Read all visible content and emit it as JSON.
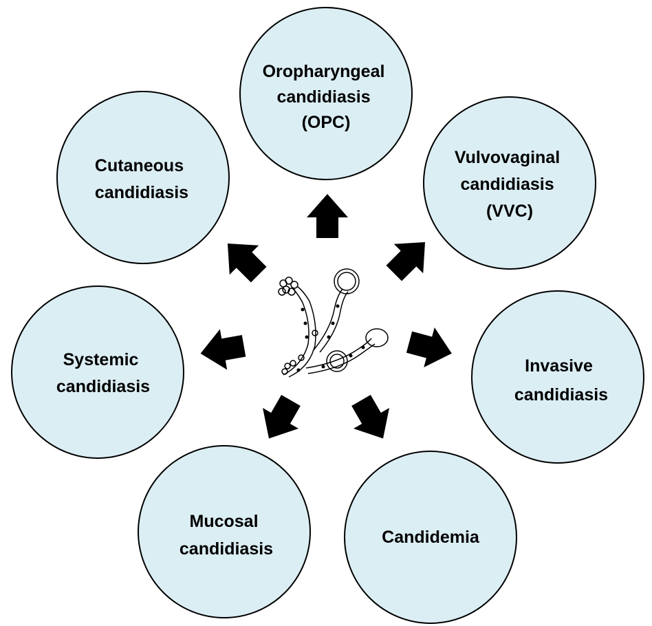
{
  "colors": {
    "node_fill": "#dbeef4",
    "node_stroke": "#000000",
    "arrow": "#000000",
    "text": "#000000"
  },
  "center": {
    "icon": "candida-fungus-icon"
  },
  "nodes": [
    {
      "id": "opc",
      "lines": [
        "Oropharyngeal",
        "candidiasis",
        "(OPC)"
      ]
    },
    {
      "id": "vvc",
      "lines": [
        "Vulvovaginal",
        "candidiasis",
        "(VVC)"
      ]
    },
    {
      "id": "invasive",
      "lines": [
        "Invasive",
        "candidiasis"
      ]
    },
    {
      "id": "candidemia",
      "lines": [
        "Candidemia"
      ]
    },
    {
      "id": "mucosal",
      "lines": [
        "Mucosal",
        "candidiasis"
      ]
    },
    {
      "id": "systemic",
      "lines": [
        "Systemic",
        "candidiasis"
      ]
    },
    {
      "id": "cutaneous",
      "lines": [
        "Cutaneous",
        "candidiasis"
      ]
    }
  ]
}
